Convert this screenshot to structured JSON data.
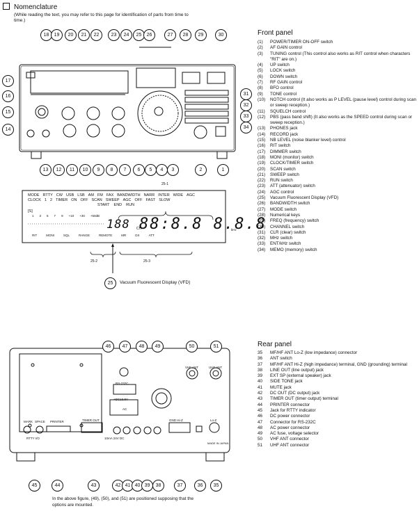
{
  "header": {
    "title": "Nomenclature",
    "intro": "(While reading the text, you may refer to this page for identification of parts from time to time.)"
  },
  "front_panel": {
    "title": "Front panel",
    "items": [
      {
        "num": "(1)",
        "label": "POWER/TIMER ON-OFF switch"
      },
      {
        "num": "(2)",
        "label": "AF GAIN control"
      },
      {
        "num": "(3)",
        "label": "TUNING control (This control also works as RIT control when characters \"RIT\" are on.)"
      },
      {
        "num": "(4)",
        "label": "UP switch"
      },
      {
        "num": "(5)",
        "label": "LOCK switch"
      },
      {
        "num": "(6)",
        "label": "DOWN switch"
      },
      {
        "num": "(7)",
        "label": "RF GAIN control"
      },
      {
        "num": "(8)",
        "label": "BFO control"
      },
      {
        "num": "(9)",
        "label": "TONE control"
      },
      {
        "num": "(10)",
        "label": "NOTCH control (It also works as P LEVEL (pause level) control during scan or sweep reception.)"
      },
      {
        "num": "(11)",
        "label": "SQUELCH control"
      },
      {
        "num": "(12)",
        "label": "PBS (pass band shift) (It also works as the SPEED control during scan or sweep reception.)"
      },
      {
        "num": "(13)",
        "label": "PHONES jack"
      },
      {
        "num": "(14)",
        "label": "RECORD jack"
      },
      {
        "num": "(15)",
        "label": "NB LEVEL (noise blanker level) control"
      },
      {
        "num": "(16)",
        "label": "RIT switch"
      },
      {
        "num": "(17)",
        "label": "DIMMER switch"
      },
      {
        "num": "(18)",
        "label": "MONI (monitor) switch"
      },
      {
        "num": "(19)",
        "label": "CLOCK/TIMER switch"
      },
      {
        "num": "(20)",
        "label": "SCAN switch"
      },
      {
        "num": "(21)",
        "label": "SWEEP switch"
      },
      {
        "num": "(22)",
        "label": "RUN switch"
      },
      {
        "num": "(23)",
        "label": "ATT (attenuator) switch"
      },
      {
        "num": "(24)",
        "label": "AGC control"
      },
      {
        "num": "(25)",
        "label": "Vacuum Fluorescent Display (VFD)"
      },
      {
        "num": "(26)",
        "label": "BANDWIDTH switch"
      },
      {
        "num": "(27)",
        "label": "MODE switch"
      },
      {
        "num": "(28)",
        "label": "Numerical keys"
      },
      {
        "num": "(29)",
        "label": "FREQ (frequency) switch"
      },
      {
        "num": "(30)",
        "label": "CHANNEL switch"
      },
      {
        "num": "(31)",
        "label": "CLR (clear) switch"
      },
      {
        "num": "(32)",
        "label": "MHz switch"
      },
      {
        "num": "(33)",
        "label": "ENT/kHz switch"
      },
      {
        "num": "(34)",
        "label": "MEMO (memory) switch"
      }
    ]
  },
  "rear_panel": {
    "title": "Rear panel",
    "items": [
      {
        "num": "35",
        "label": "MF/HF ANT Lo-Z (low impedance) connector"
      },
      {
        "num": "36",
        "label": "ANT switch"
      },
      {
        "num": "37",
        "label": "MF/HF ANT Hi-Z (high impedance) terminal, GND (grounding) terminal"
      },
      {
        "num": "38",
        "label": "LINE OUT (line output) jack"
      },
      {
        "num": "39",
        "label": "EXT SP (external speaker) jack"
      },
      {
        "num": "40",
        "label": "SIDE TONE jack"
      },
      {
        "num": "41",
        "label": "MUTE jack"
      },
      {
        "num": "42",
        "label": "DC OUT (DC output) jack"
      },
      {
        "num": "43",
        "label": "TIMER OUT (timer output) terminal"
      },
      {
        "num": "44",
        "label": "PRINTER connector"
      },
      {
        "num": "45",
        "label": "Jack for RTTY indicator"
      },
      {
        "num": "46",
        "label": "DC power connector"
      },
      {
        "num": "47",
        "label": "Connector for RS-232C"
      },
      {
        "num": "48",
        "label": "AC power connector"
      },
      {
        "num": "49",
        "label": "AC fuse, voltage selector"
      },
      {
        "num": "50",
        "label": "VHF ANT connector"
      },
      {
        "num": "51",
        "label": "UHF ANT connector"
      }
    ]
  },
  "front_callouts": {
    "top": [
      "18",
      "19",
      "20",
      "21",
      "22",
      "23",
      "24",
      "25",
      "26",
      "27",
      "28",
      "29",
      "30"
    ],
    "left": [
      "17",
      "16",
      "15",
      "14"
    ],
    "bottom": [
      "13",
      "12",
      "11",
      "10",
      "9",
      "8",
      "7",
      "6",
      "5",
      "4",
      "3",
      "2",
      "1"
    ],
    "right": [
      "31",
      "32",
      "33",
      "34"
    ]
  },
  "rear_callouts": {
    "top": [
      "46",
      "47",
      "48",
      "49",
      "50",
      "51"
    ],
    "bottom": [
      "45",
      "44",
      "43",
      "42",
      "41",
      "40",
      "39",
      "38",
      "37",
      "36",
      "35"
    ]
  },
  "vfd": {
    "caption_num": "25",
    "caption": "Vacuum Fluorescent Display (VFD)",
    "sub_labels": [
      "25-1",
      "25-2",
      "25-3"
    ],
    "row1": [
      "MODE",
      "RTTY",
      "CW",
      "USB",
      "LSB",
      "AM",
      "FM",
      "FAX",
      "BANDWIDTH",
      "NARR",
      "INTER",
      "WIDE",
      "AGC"
    ],
    "row2": [
      "CLOCK",
      "1",
      "2",
      "TIMER",
      "ON",
      "OFF",
      "SCAN",
      "SWEEP",
      "AGC",
      "OFF",
      "FAST",
      "SLOW"
    ],
    "row3": [
      "START",
      "END",
      "RUN"
    ],
    "meter_label": "[S]",
    "scale": [
      "1",
      "3",
      "5",
      "7",
      "9",
      "+10",
      "+30",
      "+50dB"
    ],
    "bottom_labels": [
      "RIT",
      "MONI",
      "SQL",
      "RANGE",
      "REMOTE",
      "MR",
      "DX",
      "ATT"
    ],
    "ch_digits": "188",
    "ch_unit": "CH",
    "freq_digits": "88:8.8 8.8.8",
    "freq_unit": "kHz"
  },
  "rear_labels": {
    "mark_space": [
      "MARK",
      "SPACE"
    ],
    "rtty": "RTTY I/O",
    "printer": "PRINTER",
    "timer_out": "TIMER OUT",
    "timer_rating": "10mA 24V DC",
    "rs232c": "RS-232C",
    "dc_input": "+DC13.8V -",
    "ac": "AC",
    "vhf": "VHF ANT",
    "uhf": "UHF ANT",
    "made_in": "MADE IN JAPAN",
    "gnd_hiz": "GND  Hi-Z",
    "loz": "Lo-Z"
  },
  "note": "In the above figure, (49), (50), and (51) are positioned supposing that the options are mounted."
}
